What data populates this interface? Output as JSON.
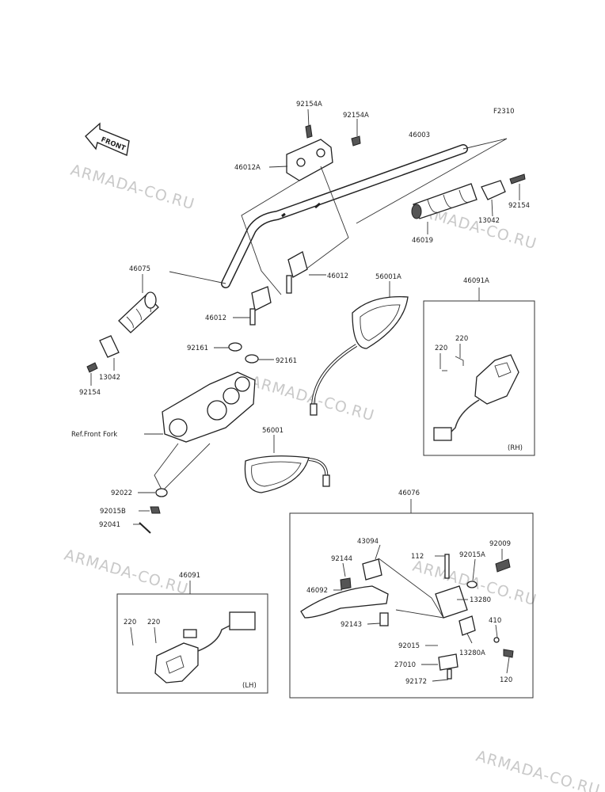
{
  "diagram": {
    "code": "F2310",
    "front_label": "FRONT",
    "ref_label": "Ref.Front Fork",
    "watermark": "ARMADA-CO.RU",
    "part_labels": [
      "92154A",
      "92154A",
      "46003",
      "46012A",
      "46019",
      "13042",
      "92154",
      "46075",
      "46012",
      "46012",
      "56001A",
      "46091A",
      "220",
      "220",
      "92161",
      "92161",
      "13042",
      "92154",
      "56001",
      "92022",
      "92015B",
      "92041",
      "46076",
      "43094",
      "112",
      "92015A",
      "92009",
      "92144",
      "46092",
      "13280",
      "92143",
      "410",
      "92015",
      "13280A",
      "27010",
      "120",
      "92172",
      "46091",
      "220",
      "220"
    ],
    "box_labels": {
      "rh": "(RH)",
      "lh": "(LH)"
    }
  }
}
